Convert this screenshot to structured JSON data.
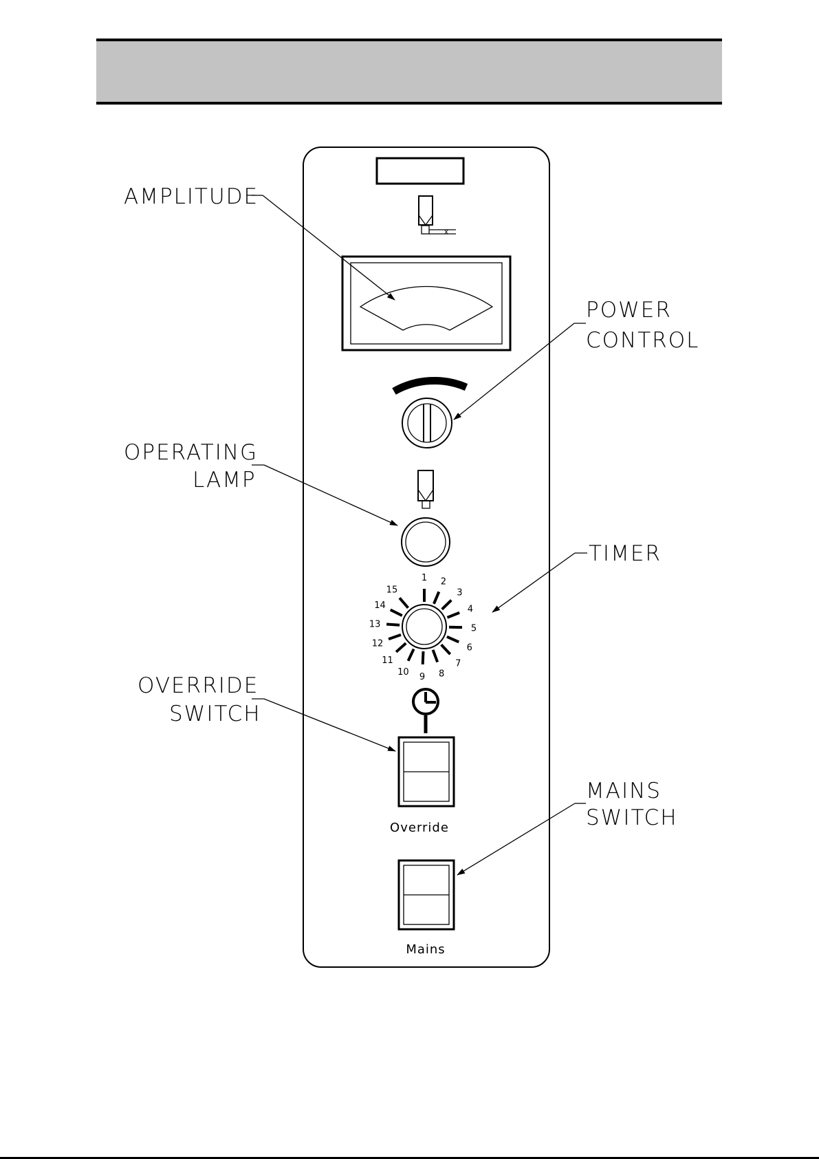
{
  "callouts": {
    "amplitude": "AMPLITUDE",
    "power_control_line1": "POWER",
    "power_control_line2": "CONTROL",
    "operating_lamp_line1": "OPERATING",
    "operating_lamp_line2": "LAMP",
    "timer": "TIMER",
    "override_switch_line1": "OVERRIDE",
    "override_switch_line2": "SWITCH",
    "mains_switch_line1": "MAINS",
    "mains_switch_line2": "SWITCH"
  },
  "timer_dial": {
    "numbers": [
      "1",
      "2",
      "3",
      "4",
      "5",
      "6",
      "7",
      "8",
      "9",
      "10",
      "11",
      "12",
      "13",
      "14",
      "15"
    ]
  },
  "switch_captions": {
    "override": "Override",
    "mains": "Mains"
  }
}
